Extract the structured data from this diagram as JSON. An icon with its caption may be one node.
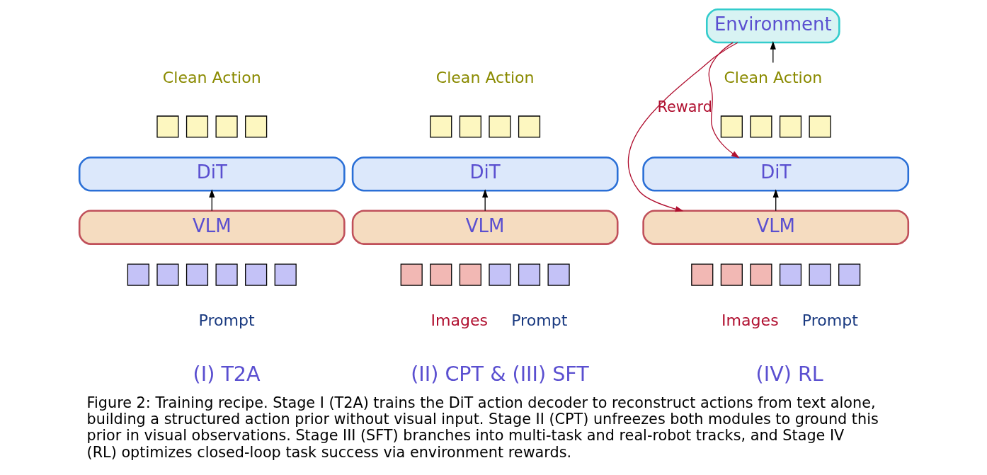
{
  "diagram": {
    "caption": "Figure 2: Training recipe. Stage I (T2A) trains the DiT action decoder to reconstruct actions from text alone, building a structured action prior without visual input. Stage II (CPT) unfreezes both modules to ground this prior in visual observations. Stage III (SFT) branches into multi-task and real-robot tracks, and Stage IV (RL) optimizes closed-loop task success via environment rewards.",
    "nodes": [
      {
        "text": [
          "DiT"
        ]
      },
      {
        "text": [
          "VLM"
        ]
      },
      {
        "text": [],
        "shape": "box"
      },
      {
        "text": [],
        "shape": "box"
      },
      {
        "text": [],
        "shape": "box"
      },
      {
        "text": [],
        "shape": "box"
      },
      {
        "text": [],
        "shape": "box"
      },
      {
        "text": [],
        "shape": "box"
      },
      {
        "text": [],
        "shape": "box"
      },
      {
        "text": [],
        "shape": "box"
      },
      {
        "text": [],
        "shape": "box"
      },
      {
        "text": [],
        "shape": "box"
      },
      {
        "text": [
          "DiT"
        ]
      },
      {
        "text": [
          "VLM"
        ]
      },
      {
        "text": [],
        "shape": "box"
      },
      {
        "text": [],
        "shape": "box"
      },
      {
        "text": [],
        "shape": "box"
      },
      {
        "text": [],
        "shape": "box"
      },
      {
        "text": [],
        "shape": "box"
      },
      {
        "text": [],
        "shape": "box"
      },
      {
        "text": [],
        "shape": "box"
      },
      {
        "text": [],
        "shape": "box"
      },
      {
        "text": [],
        "shape": "box"
      },
      {
        "text": [],
        "shape": "box"
      },
      {
        "text": [
          "Environment"
        ]
      },
      {
        "text": [
          "Clean Action"
        ]
      },
      {
        "text": [
          "DiT"
        ]
      },
      {
        "text": [
          "VLM"
        ]
      },
      {
        "text": [],
        "shape": "box"
      },
      {
        "text": [],
        "shape": "box"
      },
      {
        "text": [],
        "shape": "box"
      },
      {
        "text": [],
        "shape": "box"
      },
      {
        "text": [],
        "shape": "box"
      },
      {
        "text": [],
        "shape": "box"
      },
      {
        "text": [],
        "shape": "box"
      },
      {
        "text": [],
        "shape": "box"
      },
      {
        "text": [],
        "shape": "box"
      },
      {
        "text": [],
        "shape": "box"
      }
    ],
    "edges": [
      {
        "from": 1,
        "to": 0,
        "arrow": "to"
      },
      {
        "from": 13,
        "to": 12,
        "arrow": "to"
      },
      {
        "from": 27,
        "to": 26,
        "arrow": "to"
      },
      {
        "from": 25,
        "to": 24,
        "arrow": "to"
      },
      {
        "from": 24,
        "to": 26,
        "arrow": "to",
        "label": "Reward",
        "color": "#b01030"
      },
      {
        "from": 24,
        "to": 27,
        "arrow": "to",
        "color": "#b01030"
      }
    ],
    "labels": [
      "Clean Action",
      "Clean Action",
      "Prompt",
      "Images",
      "Prompt",
      "Images",
      "Prompt",
      "(I) T2A",
      "(II) CPT & (III) SFT",
      "(IV) RL"
    ]
  }
}
